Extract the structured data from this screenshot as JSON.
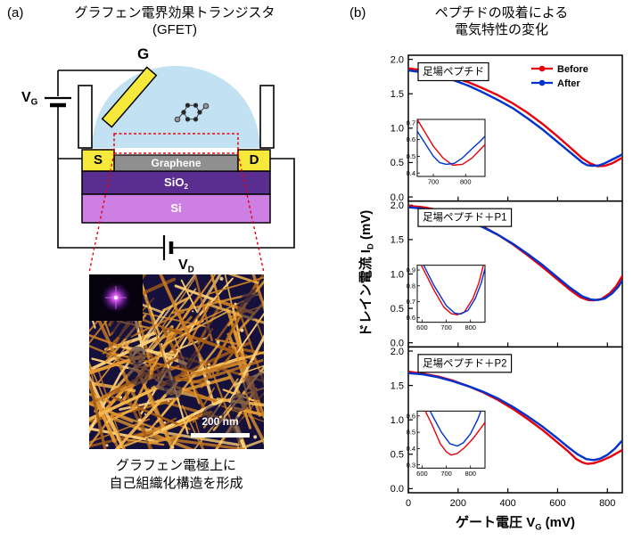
{
  "panel_a": {
    "label": "(a)",
    "title_line1": "グラフェン電界効果トランジスタ",
    "title_line2": "(GFET)",
    "gate_label": "G",
    "vg": {
      "base": "V",
      "sub": "G"
    },
    "vd": {
      "base": "V",
      "sub": "D"
    },
    "source_label": "S",
    "drain_label": "D",
    "graphene_label": "Graphene",
    "sio2": {
      "base": "SiO",
      "sub": "2"
    },
    "si_label": "Si",
    "scale_bar": "200 nm",
    "caption_line1": "グラフェン電極上に",
    "caption_line2": "自己組織化構造を形成",
    "colors": {
      "electrode": "#f6e93b",
      "graphene": "#8f8f8f",
      "sio2": "#5a2d91",
      "si": "#cd7fe3",
      "droplet": "#c2e2f4",
      "highlight": "#e8000d",
      "afm_bg": "#16103d",
      "afm_fiber": "#e59a31"
    }
  },
  "panel_b": {
    "label": "(b)",
    "title_line1": "ペプチドの吸着による",
    "title_line2": "電気特性の変化",
    "ylabel": {
      "base": "ドレイン電流 I",
      "sub": "D",
      "unit": " (mV)"
    },
    "xlabel": {
      "base": "ゲート電圧 V",
      "sub": "G",
      "unit": " (mV)"
    },
    "legend": [
      {
        "label": "Before",
        "color": "#e8000d"
      },
      {
        "label": "After",
        "color": "#0033cc"
      }
    ]
  },
  "chart_data": [
    {
      "type": "line",
      "title": "足場ペプチド",
      "xlabel": "ゲート電圧 VG (mV)",
      "ylabel": "ドレイン電流 ID (mV)",
      "xlim": [
        0,
        860
      ],
      "ylim": [
        0,
        2.0
      ],
      "xticks": [
        0,
        200,
        400,
        600,
        800
      ],
      "yticks": [
        0.0,
        0.5,
        1.0,
        1.5,
        2.0
      ],
      "series": [
        {
          "name": "Before",
          "color": "#e8000d",
          "points": [
            [
              0,
              1.87
            ],
            [
              60,
              1.84
            ],
            [
              120,
              1.8
            ],
            [
              180,
              1.74
            ],
            [
              240,
              1.67
            ],
            [
              300,
              1.58
            ],
            [
              360,
              1.48
            ],
            [
              420,
              1.36
            ],
            [
              480,
              1.22
            ],
            [
              540,
              1.06
            ],
            [
              600,
              0.88
            ],
            [
              650,
              0.72
            ],
            [
              700,
              0.56
            ],
            [
              730,
              0.49
            ],
            [
              760,
              0.447
            ],
            [
              790,
              0.452
            ],
            [
              820,
              0.49
            ],
            [
              845,
              0.54
            ],
            [
              860,
              0.57
            ]
          ]
        },
        {
          "name": "After",
          "color": "#0033cc",
          "points": [
            [
              0,
              1.84
            ],
            [
              60,
              1.81
            ],
            [
              120,
              1.76
            ],
            [
              180,
              1.7
            ],
            [
              240,
              1.62
            ],
            [
              300,
              1.52
            ],
            [
              360,
              1.41
            ],
            [
              420,
              1.29
            ],
            [
              480,
              1.14
            ],
            [
              540,
              0.98
            ],
            [
              600,
              0.8
            ],
            [
              650,
              0.65
            ],
            [
              700,
              0.5
            ],
            [
              720,
              0.462
            ],
            [
              740,
              0.452
            ],
            [
              765,
              0.458
            ],
            [
              790,
              0.49
            ],
            [
              820,
              0.545
            ],
            [
              845,
              0.59
            ],
            [
              860,
              0.62
            ]
          ]
        }
      ],
      "inset": {
        "xlim": [
          650,
          860
        ],
        "ylim": [
          0.38,
          0.72
        ],
        "xticks": [
          700,
          800
        ],
        "yticks": [
          0.4,
          0.5,
          0.6,
          0.7
        ]
      }
    },
    {
      "type": "line",
      "title": "足場ペプチド＋P1",
      "xlim": [
        0,
        860
      ],
      "ylim": [
        0,
        2.0
      ],
      "xticks": [
        0,
        200,
        400,
        600,
        800
      ],
      "yticks": [
        0.0,
        0.5,
        1.0,
        1.5,
        2.0
      ],
      "series": [
        {
          "name": "Before",
          "color": "#e8000d",
          "points": [
            [
              0,
              1.99
            ],
            [
              60,
              1.97
            ],
            [
              120,
              1.93
            ],
            [
              180,
              1.87
            ],
            [
              240,
              1.79
            ],
            [
              300,
              1.69
            ],
            [
              360,
              1.57
            ],
            [
              420,
              1.43
            ],
            [
              480,
              1.27
            ],
            [
              540,
              1.1
            ],
            [
              600,
              0.92
            ],
            [
              650,
              0.77
            ],
            [
              690,
              0.665
            ],
            [
              720,
              0.625
            ],
            [
              745,
              0.617
            ],
            [
              775,
              0.635
            ],
            [
              810,
              0.72
            ],
            [
              835,
              0.82
            ],
            [
              860,
              0.97
            ]
          ]
        },
        {
          "name": "After",
          "color": "#0033cc",
          "points": [
            [
              0,
              1.97
            ],
            [
              60,
              1.95
            ],
            [
              120,
              1.91
            ],
            [
              180,
              1.85
            ],
            [
              240,
              1.78
            ],
            [
              300,
              1.68
            ],
            [
              360,
              1.57
            ],
            [
              420,
              1.44
            ],
            [
              480,
              1.29
            ],
            [
              540,
              1.13
            ],
            [
              600,
              0.95
            ],
            [
              650,
              0.8
            ],
            [
              700,
              0.675
            ],
            [
              735,
              0.628
            ],
            [
              760,
              0.622
            ],
            [
              790,
              0.645
            ],
            [
              820,
              0.72
            ],
            [
              845,
              0.82
            ],
            [
              860,
              0.91
            ]
          ]
        }
      ],
      "inset": {
        "xlim": [
          580,
          860
        ],
        "ylim": [
          0.57,
          0.93
        ],
        "xticks": [
          600,
          700,
          800
        ],
        "yticks": [
          0.6,
          0.7,
          0.8,
          0.9
        ]
      }
    },
    {
      "type": "line",
      "title": "足場ペプチド＋P2",
      "xlim": [
        0,
        860
      ],
      "ylim": [
        0,
        2.0
      ],
      "xticks": [
        0,
        200,
        400,
        600,
        800
      ],
      "yticks": [
        0.0,
        0.5,
        1.0,
        1.5,
        2.0
      ],
      "series": [
        {
          "name": "Before",
          "color": "#e8000d",
          "points": [
            [
              0,
              1.7
            ],
            [
              60,
              1.67
            ],
            [
              120,
              1.63
            ],
            [
              180,
              1.57
            ],
            [
              240,
              1.49
            ],
            [
              300,
              1.4
            ],
            [
              360,
              1.29
            ],
            [
              420,
              1.16
            ],
            [
              480,
              1.01
            ],
            [
              540,
              0.85
            ],
            [
              600,
              0.67
            ],
            [
              640,
              0.55
            ],
            [
              675,
              0.43
            ],
            [
              700,
              0.38
            ],
            [
              720,
              0.36
            ],
            [
              745,
              0.37
            ],
            [
              775,
              0.405
            ],
            [
              810,
              0.46
            ],
            [
              840,
              0.52
            ],
            [
              860,
              0.56
            ]
          ]
        },
        {
          "name": "After",
          "color": "#0033cc",
          "points": [
            [
              0,
              1.68
            ],
            [
              60,
              1.66
            ],
            [
              120,
              1.62
            ],
            [
              180,
              1.56
            ],
            [
              240,
              1.49
            ],
            [
              300,
              1.41
            ],
            [
              360,
              1.31
            ],
            [
              420,
              1.19
            ],
            [
              480,
              1.05
            ],
            [
              540,
              0.9
            ],
            [
              600,
              0.73
            ],
            [
              640,
              0.61
            ],
            [
              680,
              0.5
            ],
            [
              715,
              0.43
            ],
            [
              745,
              0.415
            ],
            [
              770,
              0.435
            ],
            [
              800,
              0.49
            ],
            [
              830,
              0.58
            ],
            [
              860,
              0.7
            ]
          ]
        }
      ],
      "inset": {
        "xlim": [
          580,
          860
        ],
        "ylim": [
          0.28,
          0.63
        ],
        "xticks": [
          600,
          700,
          800
        ],
        "yticks": [
          0.3,
          0.4,
          0.5,
          0.6
        ]
      }
    }
  ]
}
